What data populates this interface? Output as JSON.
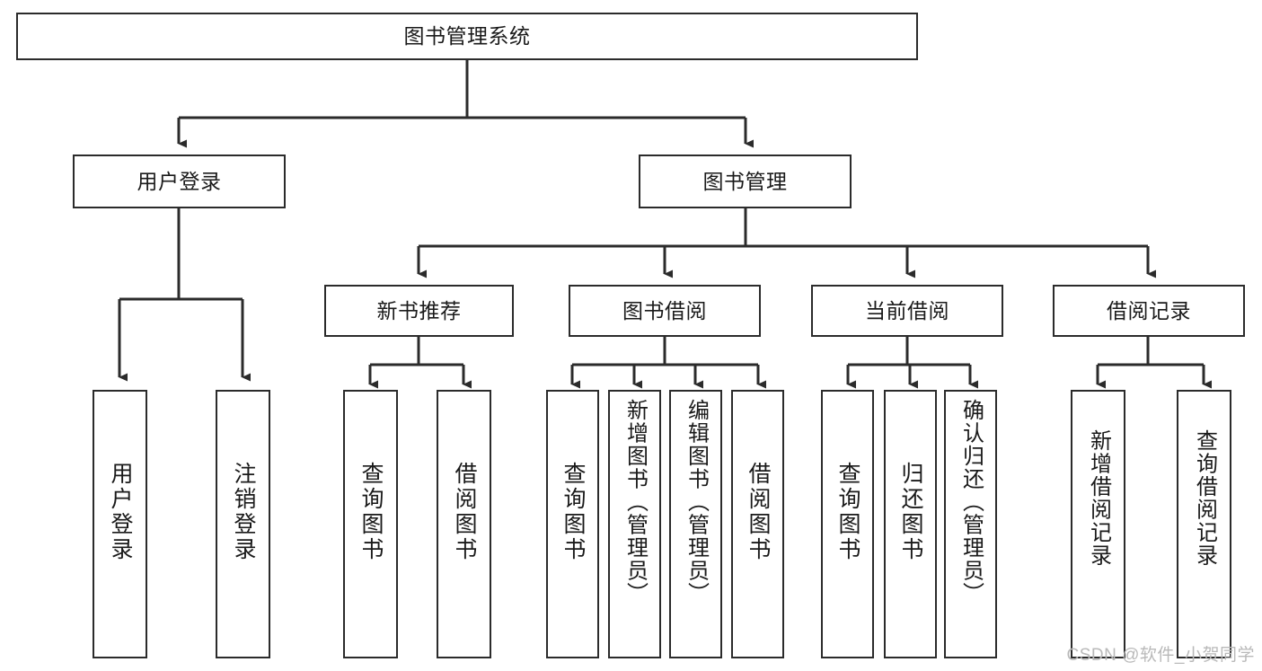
{
  "diagram": {
    "title": "图书管理系统",
    "watermark": "CSDN @软件_小贺同学",
    "colors": {
      "stroke": "#2b2b2b",
      "fill": "#ffffff",
      "text": "#1a1a1a",
      "watermark": "#b9b9b9"
    },
    "root": {
      "label": "图书管理系统"
    },
    "level2": [
      {
        "label": "用户登录"
      },
      {
        "label": "图书管理"
      }
    ],
    "level3": [
      {
        "label": "新书推荐"
      },
      {
        "label": "图书借阅"
      },
      {
        "label": "当前借阅"
      },
      {
        "label": "借阅记录"
      }
    ],
    "leaves": {
      "user_login": [
        {
          "label": "用户登录"
        },
        {
          "label": "注销登录"
        }
      ],
      "new_book_recommend": [
        {
          "label": "查询图书"
        },
        {
          "label": "借阅图书"
        }
      ],
      "book_borrow": [
        {
          "label": "查询图书"
        },
        {
          "label": "新增图书（管理员）"
        },
        {
          "label": "编辑图书（管理员）"
        },
        {
          "label": "借阅图书"
        }
      ],
      "current_borrow": [
        {
          "label": "查询图书"
        },
        {
          "label": "归还图书"
        },
        {
          "label": "确认归还（管理员）"
        }
      ],
      "borrow_record": [
        {
          "label": "新增借阅记录"
        },
        {
          "label": "查询借阅记录"
        }
      ]
    }
  }
}
